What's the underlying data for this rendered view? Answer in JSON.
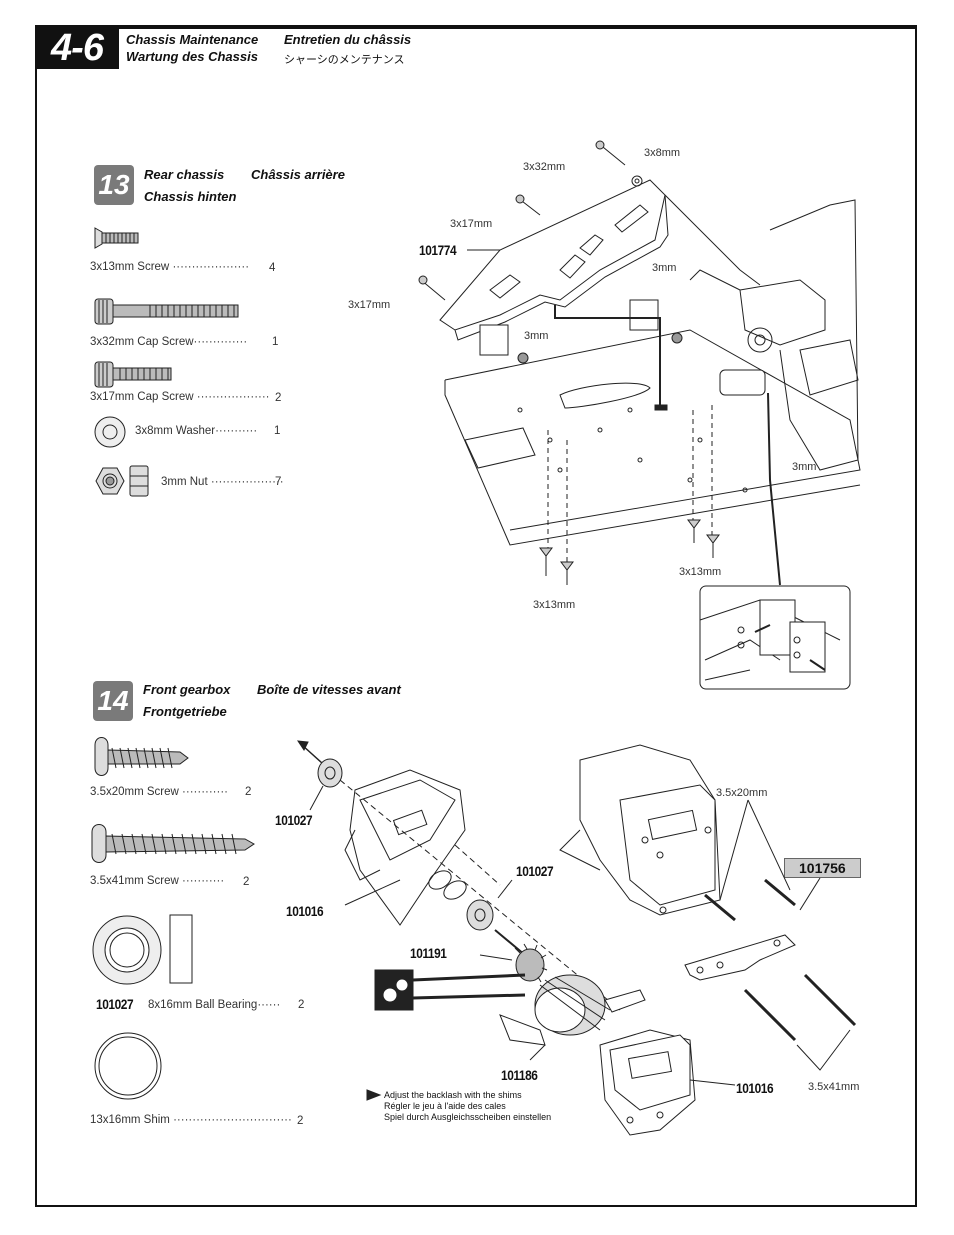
{
  "page": {
    "number": "4-6",
    "header_fr_en": "Chassis Maintenance",
    "header_fr": "Entretien du châssis",
    "header_de": "Wartung des Chassis",
    "header_jp": "シャーシのメンテナンス"
  },
  "step13": {
    "number": "13",
    "title_en": "Rear chassis",
    "title_fr": "Châssis arrière",
    "title_de": "Chassis hinten",
    "parts": [
      {
        "name": "3x13mm Screw",
        "dots": "····················",
        "qty": "4"
      },
      {
        "name": "3x32mm Cap Screw",
        "dots": "··············",
        "qty": "1"
      },
      {
        "name": "3x17mm Cap Screw",
        "dots": "···················",
        "qty": "2"
      },
      {
        "name": "3x8mm  Washer",
        "dots": "···········",
        "qty": "1"
      },
      {
        "name": "3mm Nut",
        "dots": "···················",
        "qty": "7"
      }
    ],
    "labels": {
      "l1": "3x32mm",
      "l2": "3x8mm",
      "l3": "3x17mm",
      "l4": "3x17mm",
      "l5": "3mm",
      "l6": "3mm",
      "l7": "3mm",
      "l8": "3x13mm",
      "l9": "3x13mm"
    },
    "part_number": "101774"
  },
  "step14": {
    "number": "14",
    "title_en": "Front gearbox",
    "title_fr": "Boîte de vitesses avant",
    "title_de": "Frontgetriebe",
    "parts": [
      {
        "name": "3.5x20mm Screw",
        "dots": "············",
        "qty": "2"
      },
      {
        "name": "3.5x41mm  Screw",
        "dots": "···········",
        "qty": "2"
      },
      {
        "pn": "101027",
        "name": "8x16mm Ball Bearing",
        "dots": "······",
        "qty": "2"
      },
      {
        "name": "13x16mm Shim",
        "dots": "·······························",
        "qty": "2"
      }
    ],
    "labels": {
      "screw20": "3.5x20mm",
      "screw41": "3.5x41mm"
    },
    "part_numbers": {
      "bearing_a": "101027",
      "case_a": "101016",
      "bearing_b": "101027",
      "pinion": "101191",
      "diff": "101186",
      "case_b": "101016",
      "plate": "101756"
    },
    "note": {
      "en": "Adjust the backlash with the shims",
      "fr": "Régler le jeu à l'aide des cales",
      "de": "Spiel durch Ausgleichsscheiben einstellen"
    }
  }
}
